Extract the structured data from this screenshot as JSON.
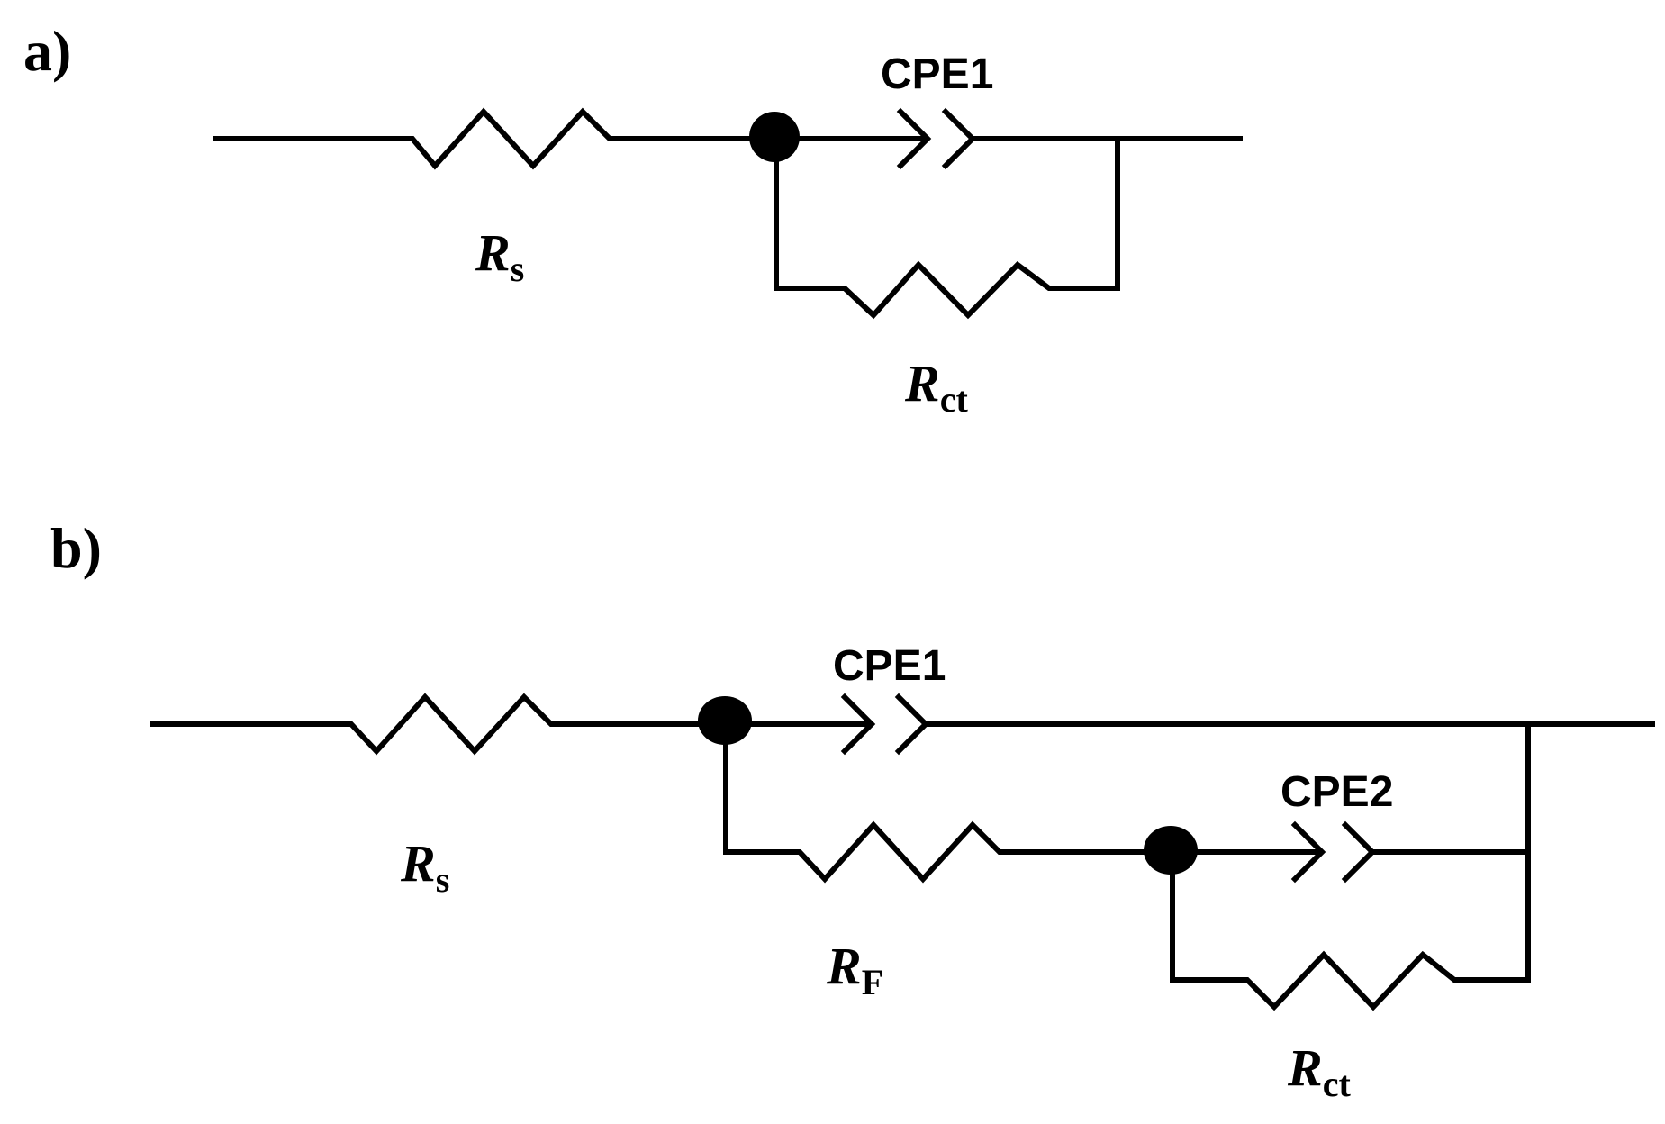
{
  "panel_a": {
    "label": "a)",
    "rs": {
      "main": "R",
      "sub": "s"
    },
    "cpe1": "CPE1",
    "rct": {
      "main": "R",
      "sub": "ct"
    }
  },
  "panel_b": {
    "label": "b)",
    "rs": {
      "main": "R",
      "sub": "s"
    },
    "cpe1": "CPE1",
    "rf": {
      "main": "R",
      "sub": "F"
    },
    "cpe2": "CPE2",
    "rct": {
      "main": "R",
      "sub": "ct"
    }
  }
}
